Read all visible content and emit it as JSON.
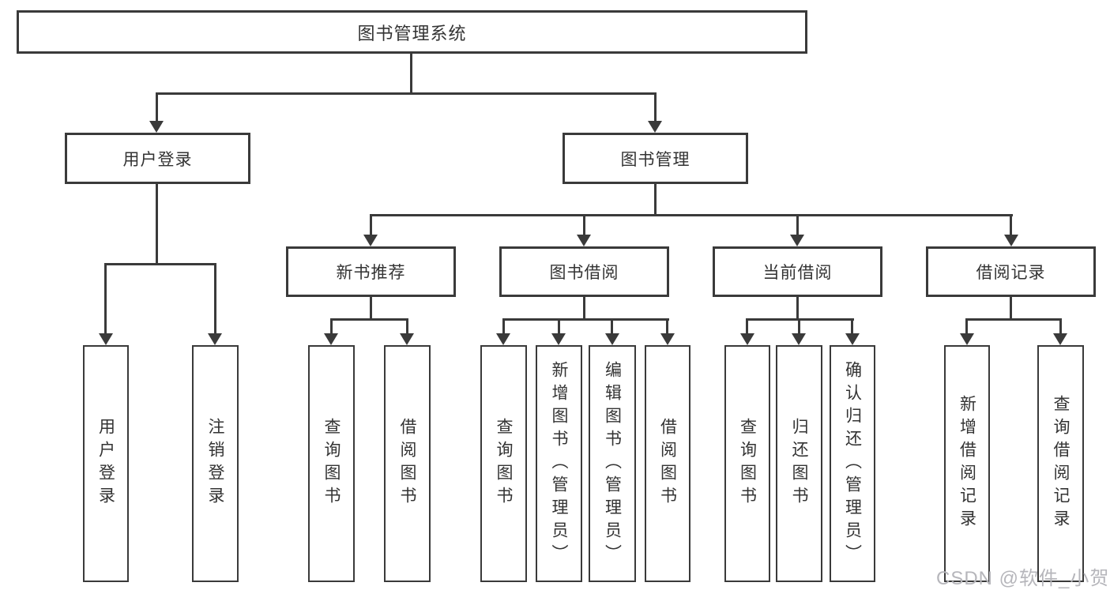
{
  "colors": {
    "line": "#3a3a3a",
    "border": "#3a3a3a",
    "text": "#333333",
    "watermark": "#b6b6bb",
    "background": "#ffffff"
  },
  "watermark": {
    "text": "CSDN @软件_小贺同学"
  },
  "tree": {
    "root": {
      "label": "图书管理系统"
    },
    "branches": [
      {
        "label": "用户登录",
        "leaves": [
          {
            "label": "用户登录"
          },
          {
            "label": "注销登录"
          }
        ]
      },
      {
        "label": "图书管理",
        "groups": [
          {
            "label": "新书推荐",
            "leaves": [
              {
                "label": "查询图书"
              },
              {
                "label": "借阅图书"
              }
            ]
          },
          {
            "label": "图书借阅",
            "leaves": [
              {
                "label": "查询图书"
              },
              {
                "label": "新增图书（管理员）"
              },
              {
                "label": "编辑图书（管理员）"
              },
              {
                "label": "借阅图书"
              }
            ]
          },
          {
            "label": "当前借阅",
            "leaves": [
              {
                "label": "查询图书"
              },
              {
                "label": "归还图书"
              },
              {
                "label": "确认归还（管理员）"
              }
            ]
          },
          {
            "label": "借阅记录",
            "leaves": [
              {
                "label": "新增借阅记录"
              },
              {
                "label": "查询借阅记录"
              }
            ]
          }
        ]
      }
    ]
  }
}
